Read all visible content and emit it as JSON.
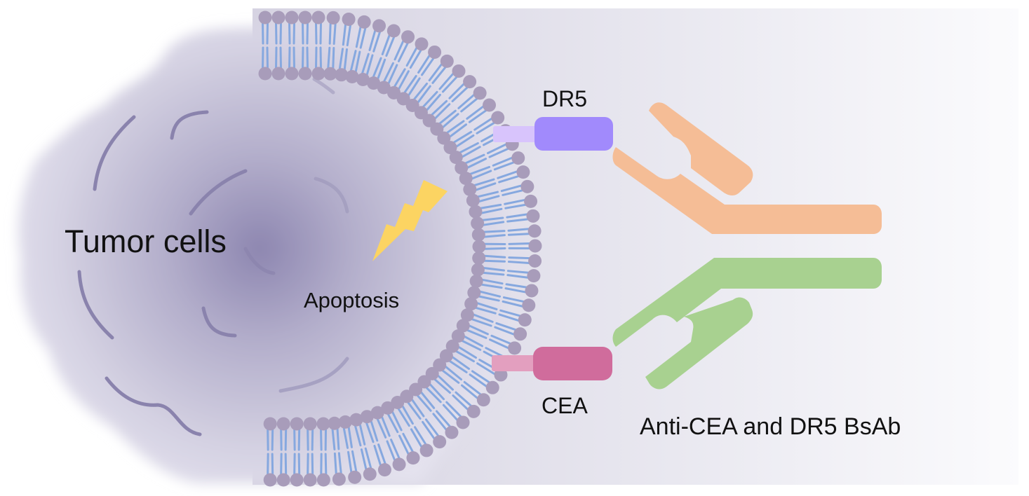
{
  "labels": {
    "tumor_cells": "Tumor cells",
    "apoptosis": "Apoptosis",
    "dr5": "DR5",
    "cea": "CEA",
    "bsab": "Anti-CEA and DR5 BsAb"
  },
  "colors": {
    "background_panel_left": "#d6d3e2",
    "background_panel_right": "#fafafc",
    "cell_core": "#8d86b0",
    "cell_edge": "#e4e2ee",
    "cytoskeleton_strand": "#8a83ad",
    "lipid_head": "#a89cba",
    "lipid_tail": "#86a8df",
    "lightning": "#fcd462",
    "dr5_receptor": "#a18afc",
    "dr5_stalk": "#d8c4fc",
    "cea_receptor": "#d06c9c",
    "cea_stalk": "#e39fbf",
    "antibody_dr5_arm": "#f5bd96",
    "antibody_cea_arm": "#a8d190"
  },
  "icons": {
    "lightning": "lightning-bolt-icon",
    "membrane": "lipid-bilayer"
  }
}
